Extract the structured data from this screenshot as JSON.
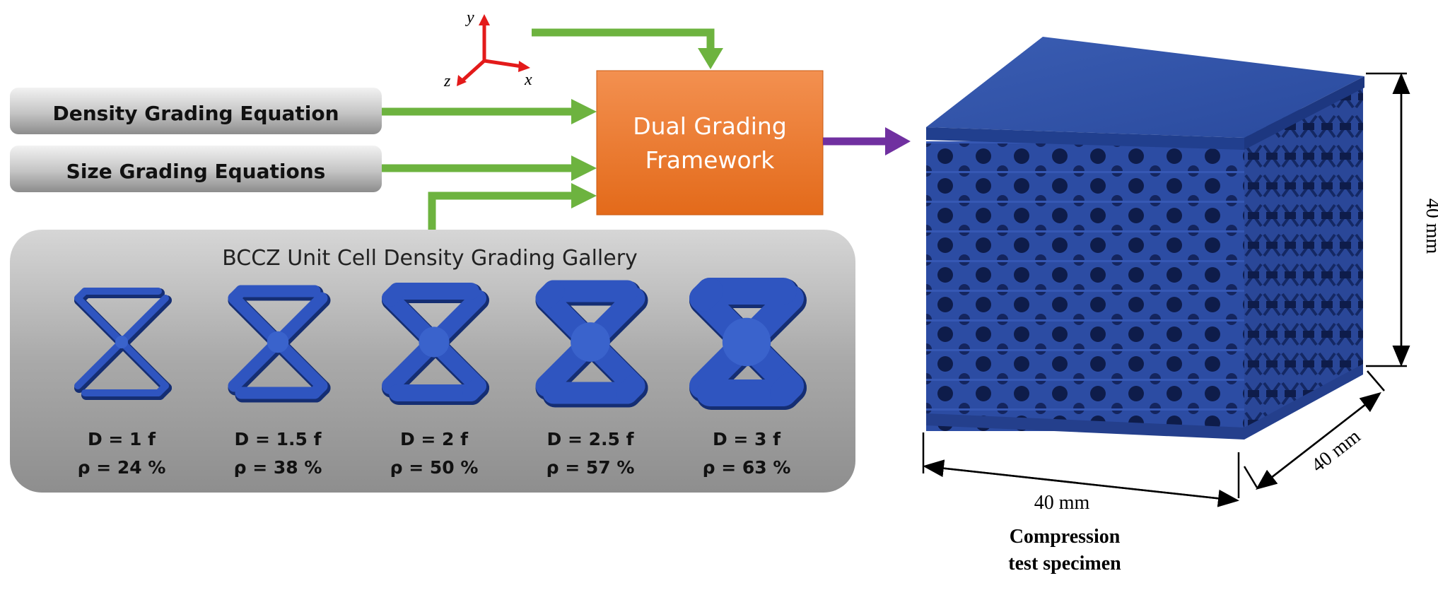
{
  "inputs": {
    "density_label": "Density Grading Equation",
    "size_label": "Size Grading Equations"
  },
  "framework": {
    "line1": "Dual Grading",
    "line2": "Framework"
  },
  "axes": {
    "x": "x",
    "y": "y",
    "z": "z"
  },
  "gallery": {
    "title": "BCCZ Unit Cell Density Grading Gallery",
    "cells": [
      {
        "d": "D = 1 f",
        "rho": "ρ = 24 %"
      },
      {
        "d": "D = 1.5  f",
        "rho": "ρ = 38 %"
      },
      {
        "d": "D = 2  f",
        "rho": "ρ = 50 %"
      },
      {
        "d": "D = 2.5  f",
        "rho": "ρ = 57 %"
      },
      {
        "d": "D = 3  f",
        "rho": "ρ = 63 %"
      }
    ]
  },
  "specimen": {
    "height_label": "40 mm",
    "depth_label": "40 mm",
    "width_label": "40 mm",
    "caption_line1": "Compression",
    "caption_line2": "test specimen"
  },
  "colors": {
    "arrow_green": "#6db33f",
    "arrow_purple": "#7030a0",
    "framework_orange": "#ed7d31",
    "lattice_blue": "#2e4fa8",
    "panel_grey": "#b4b4b4"
  }
}
